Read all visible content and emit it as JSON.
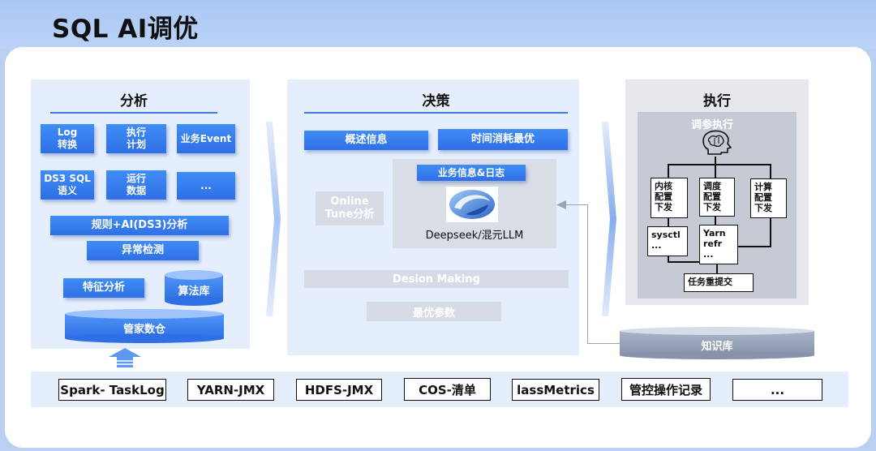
{
  "page_title": "SQL AI调优",
  "analysis": {
    "title": "分析",
    "buttons": [
      "Log\n转换",
      "执行\n计划",
      "业务Event",
      "DS3 SQL\n语义",
      "运行\n数据",
      "..."
    ],
    "rules": "规则+AI(DS3)分析",
    "anomaly": "异常检测",
    "feature": "特征分析",
    "algo_lib": "算法库",
    "warehouse": "管家数仓"
  },
  "decision": {
    "title": "决策",
    "overview": "概述信息",
    "time_opt": "时间消耗最优",
    "biz_log": "业务信息&日志",
    "online": "Online\nTune分析",
    "llm": "Deepseek/混元LLM",
    "decision_making": "Desion Making",
    "best_params": "最优参数"
  },
  "execution": {
    "title": "执行",
    "tuning": "调参执行",
    "kernel": "内核\n配置\n下发",
    "schedule": "调度\n配置\n下发",
    "compute": "计算\n配置\n下发",
    "sysctl": "sysctl\n...",
    "yarn": "Yarn\nrefr\n...",
    "resubmit": "任务重提交"
  },
  "knowledge": "知识库",
  "sources": [
    "Spark- TaskLog",
    "YARN-JMX",
    "HDFS-JMX",
    "COS-清单",
    "lassMetrics",
    "管控操作记录",
    "..."
  ]
}
